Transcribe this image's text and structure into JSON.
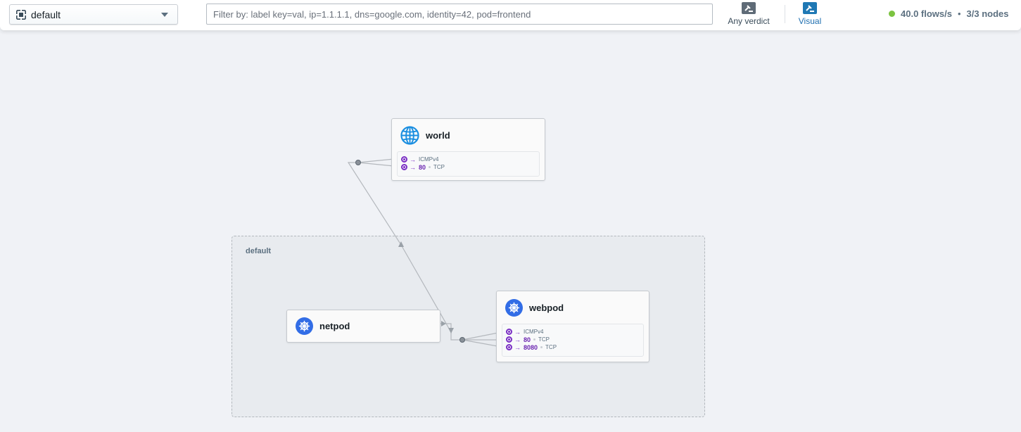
{
  "header": {
    "namespace": "default",
    "filter": {
      "value": "",
      "placeholder": "Filter by: label key=val, ip=1.1.1.1, dns=google.com, identity=42, pod=frontend"
    },
    "verdict_label": "Any verdict",
    "visual_label": "Visual",
    "flows_rate": "40.0 flows/s",
    "separator": "•",
    "nodes": "3/3 nodes"
  },
  "icons": {
    "namespace": "namespace-icon",
    "verdict": "verdict-icon",
    "visual": "visual-icon",
    "world": "globe-icon",
    "pod": "kubernetes-icon",
    "port": "port-icon"
  },
  "colors": {
    "status_ok": "#7cc341",
    "visual_active": "#1f78b4",
    "kubernetes": "#326de6",
    "world": "#1a8ee0",
    "port": "#7a2ec4"
  },
  "map": {
    "namespace_label": "default",
    "world": {
      "name": "world",
      "ports": [
        {
          "port": "",
          "protocol": "ICMPv4"
        },
        {
          "port": "80",
          "protocol": "TCP"
        }
      ]
    },
    "netpod": {
      "name": "netpod"
    },
    "webpod": {
      "name": "webpod",
      "ports": [
        {
          "port": "",
          "protocol": "ICMPv4"
        },
        {
          "port": "80",
          "protocol": "TCP"
        },
        {
          "port": "8080",
          "protocol": "TCP"
        }
      ]
    }
  }
}
